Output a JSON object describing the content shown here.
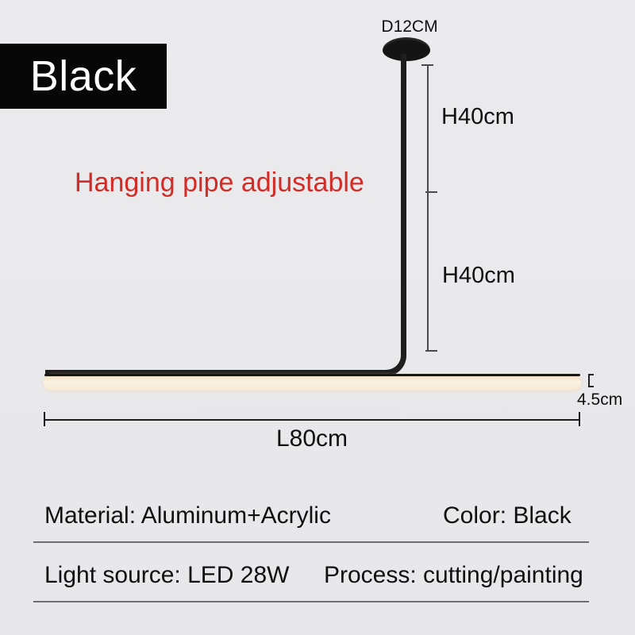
{
  "swatch": {
    "label": "Black"
  },
  "note": {
    "text": "Hanging pipe adjustable"
  },
  "dimensions": {
    "canopy_diameter": "D12CM",
    "pipe_upper": "H40cm",
    "pipe_lower": "H40cm",
    "bar_thickness": "4.5cm",
    "bar_length": "L80cm"
  },
  "specs": {
    "material": "Material: Aluminum+Acrylic",
    "color": "Color: Black",
    "light_source": "Light source: LED 28W",
    "process": "Process: cutting/painting"
  },
  "colors": {
    "background": "#e9e9eb",
    "swatch_bg": "#070707",
    "swatch_text": "#ffffff",
    "accent_red": "#d32b26",
    "fixture_black": "#1e1e1e",
    "led_warm_white": "#fbf2e2",
    "dimension_line": "#4a4a4a"
  }
}
